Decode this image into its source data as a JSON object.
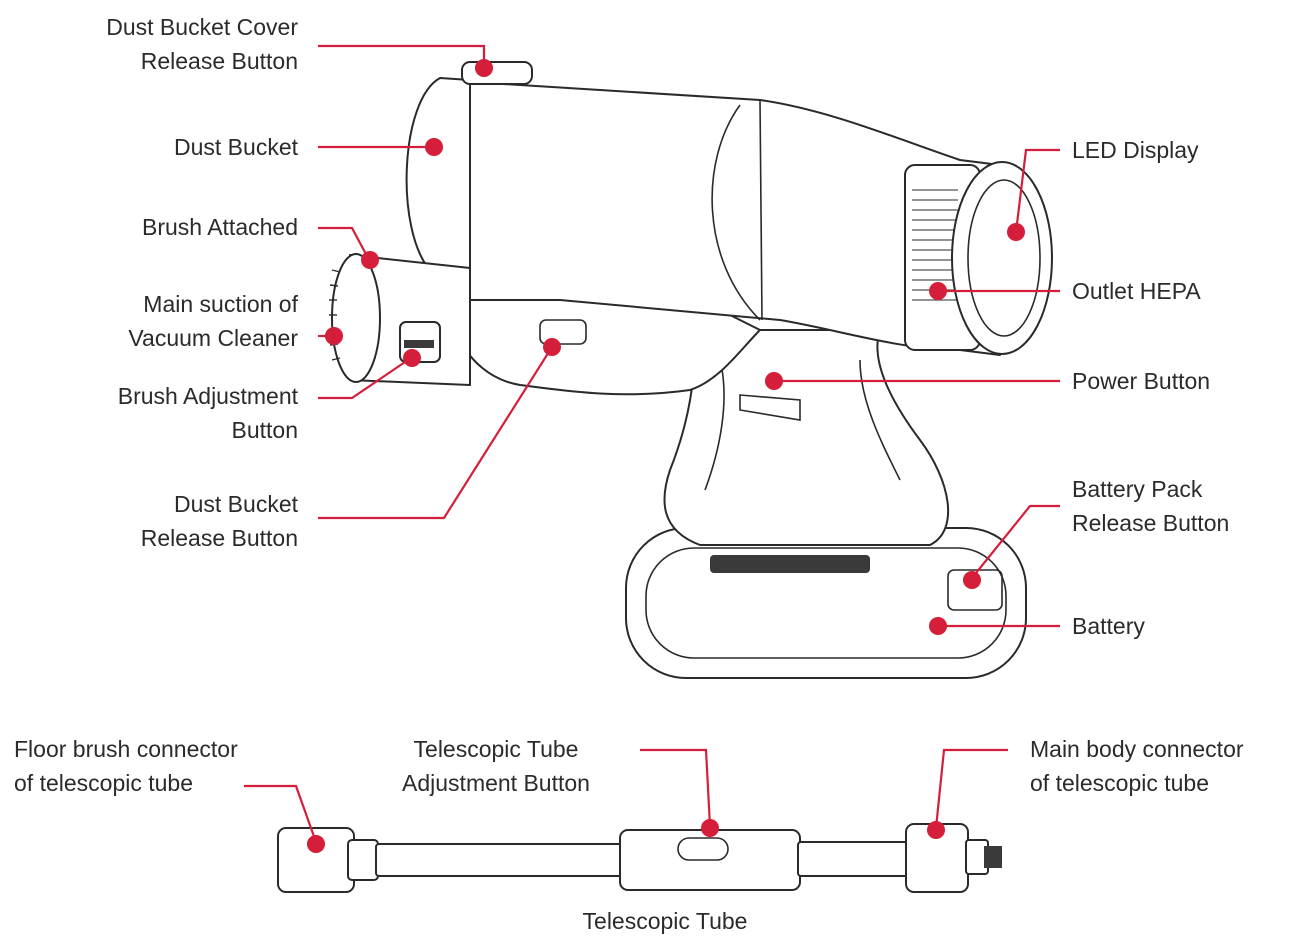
{
  "accent_color": "#d41e3a",
  "labels": {
    "dust_bucket_cover_release": [
      "Dust Bucket Cover",
      "Release Button"
    ],
    "dust_bucket": [
      "Dust Bucket"
    ],
    "brush_attached": [
      "Brush Attached"
    ],
    "main_suction": [
      "Main suction of",
      "Vacuum Cleaner"
    ],
    "brush_adjustment": [
      "Brush Adjustment",
      "Button"
    ],
    "dust_bucket_release": [
      "Dust Bucket",
      "Release Button"
    ],
    "led_display": [
      "LED Display"
    ],
    "outlet_hepa": [
      "Outlet HEPA"
    ],
    "power_button": [
      "Power Button"
    ],
    "battery_pack_release": [
      "Battery Pack",
      "Release Button"
    ],
    "battery": [
      "Battery"
    ],
    "floor_brush_connector": [
      "Floor brush connector",
      "of telescopic tube"
    ],
    "telescopic_tube_adjustment": [
      "Telescopic Tube",
      "Adjustment Button"
    ],
    "main_body_connector": [
      "Main body connector",
      "of telescopic tube"
    ],
    "telescopic_tube_caption": "Telescopic Tube"
  }
}
